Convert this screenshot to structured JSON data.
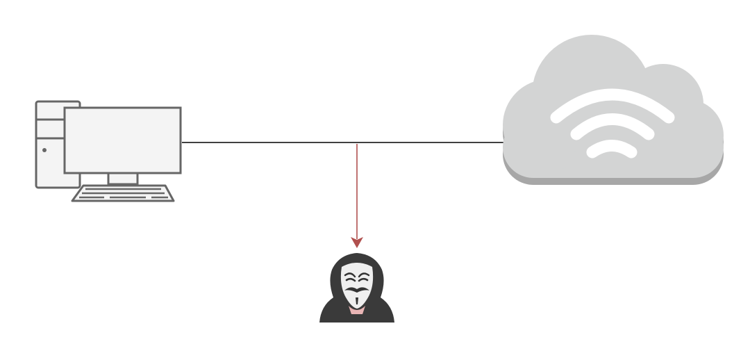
{
  "nodes": [
    {
      "id": "computer",
      "icon": "desktop-computer-icon"
    },
    {
      "id": "cloud",
      "icon": "wifi-cloud-icon"
    },
    {
      "id": "attacker",
      "icon": "hooded-hacker-icon"
    }
  ],
  "edges": [
    {
      "from": "computer",
      "to": "cloud",
      "style": "line"
    },
    {
      "from": "computer-cloud-link",
      "to": "attacker",
      "style": "arrow"
    }
  ],
  "colors": {
    "background": "#ffffff",
    "computer_stroke": "#666666",
    "computer_fill": "#f4f4f4",
    "link": "#000000",
    "arrow": "#b0504e",
    "cloud_fill": "#d3d4d4",
    "cloud_shadow": "#a7a7a7",
    "wifi": "#ffffff",
    "hacker_hood": "#3a3a3a",
    "mask": "#efefef",
    "mask_features": "#333333"
  }
}
